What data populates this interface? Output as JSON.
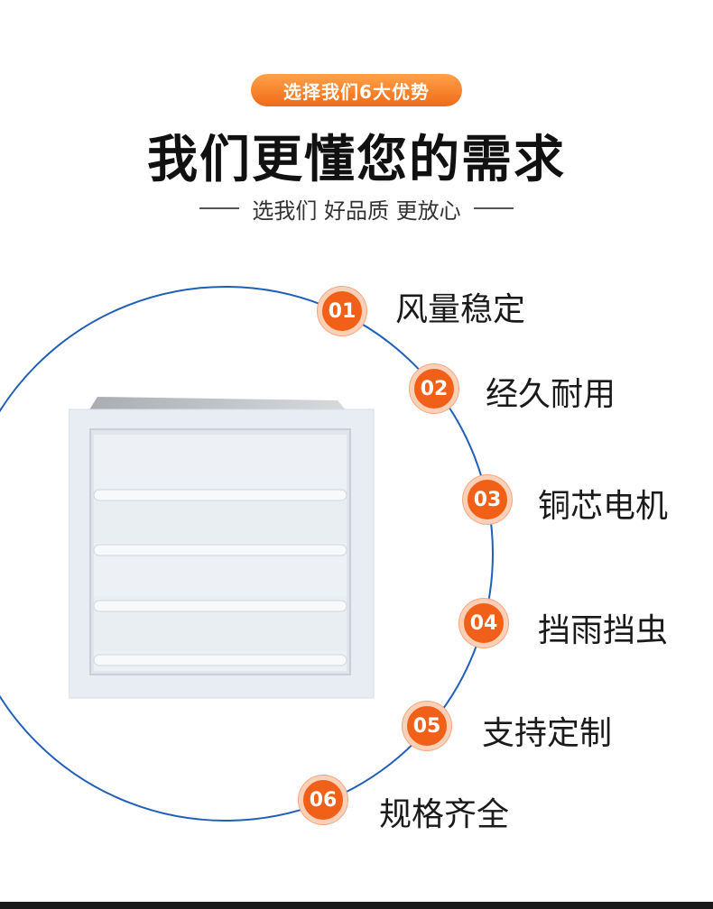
{
  "header": {
    "badge_label": "选择我们6大优势",
    "headline": "我们更懂您的需求",
    "subline": "选我们 好品质 更放心"
  },
  "colors": {
    "accent_orange": "#f06018",
    "arc_blue": "#1f5fb8",
    "text_dark": "#111111"
  },
  "product": {
    "icon": "louver-exhaust-fan-icon"
  },
  "features": [
    {
      "number": "01",
      "label": "风量稳定"
    },
    {
      "number": "02",
      "label": "经久耐用"
    },
    {
      "number": "03",
      "label": "铜芯电机"
    },
    {
      "number": "04",
      "label": "挡雨挡虫"
    },
    {
      "number": "05",
      "label": "支持定制"
    },
    {
      "number": "06",
      "label": "规格齐全"
    }
  ]
}
